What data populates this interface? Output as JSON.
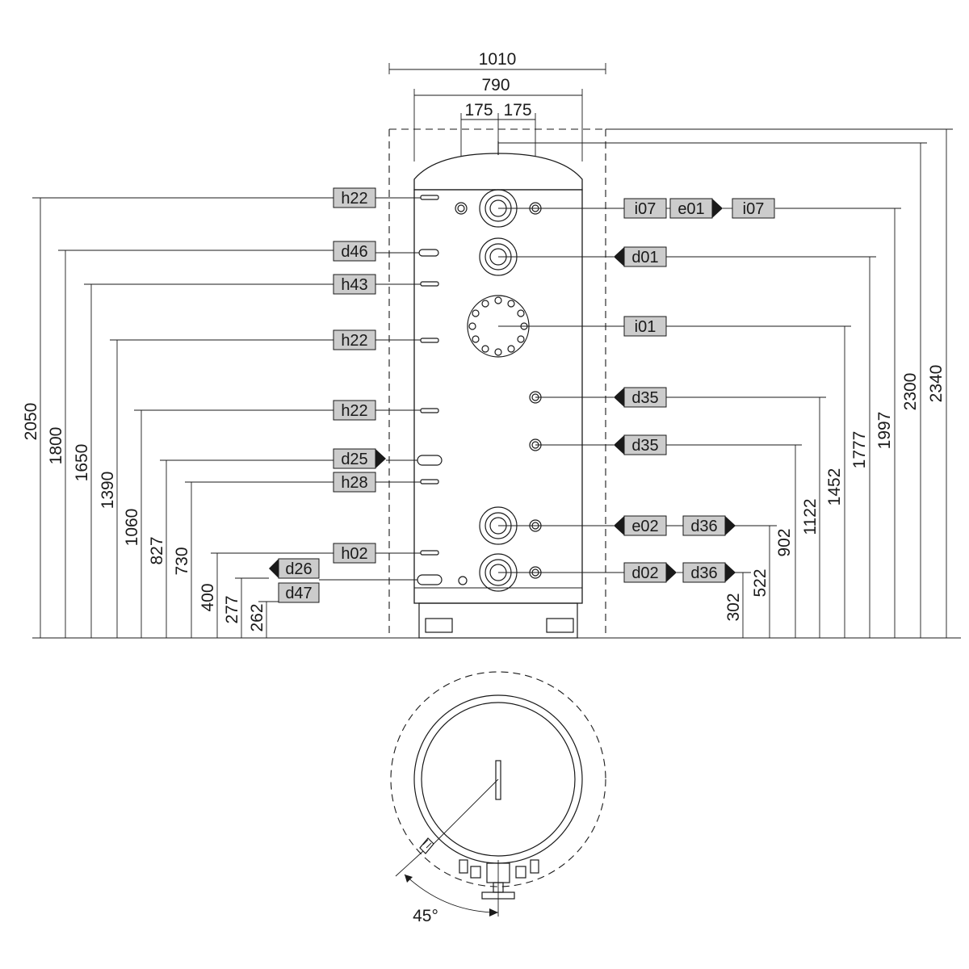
{
  "colors": {
    "line": "#1a1a1a",
    "tag_fill": "#cccccc",
    "background": "#ffffff"
  },
  "top_dimensions": {
    "outer_width": "1010",
    "body_width": "790",
    "offset_left": "175",
    "offset_right": "175"
  },
  "left_heights": [
    "2050",
    "1800",
    "1650",
    "1390",
    "1060",
    "827",
    "730",
    "400",
    "277",
    "262"
  ],
  "right_heights": [
    "302",
    "522",
    "902",
    "1122",
    "1452",
    "1777",
    "1997",
    "2300",
    "2340"
  ],
  "left_tags": {
    "h22_top": "h22",
    "d46": "d46",
    "h43": "h43",
    "h22_mid": "h22",
    "h22_low": "h22",
    "d25": "d25",
    "h28": "h28",
    "h02": "h02",
    "d26": "d26",
    "d47": "d47"
  },
  "right_tags": {
    "i07_a": "i07",
    "e01": "e01",
    "i07_b": "i07",
    "d01": "d01",
    "i01": "i01",
    "d35_a": "d35",
    "d35_b": "d35",
    "e02": "e02",
    "d36_a": "d36",
    "d02": "d02",
    "d36_b": "d36"
  },
  "angle_label": "45°"
}
